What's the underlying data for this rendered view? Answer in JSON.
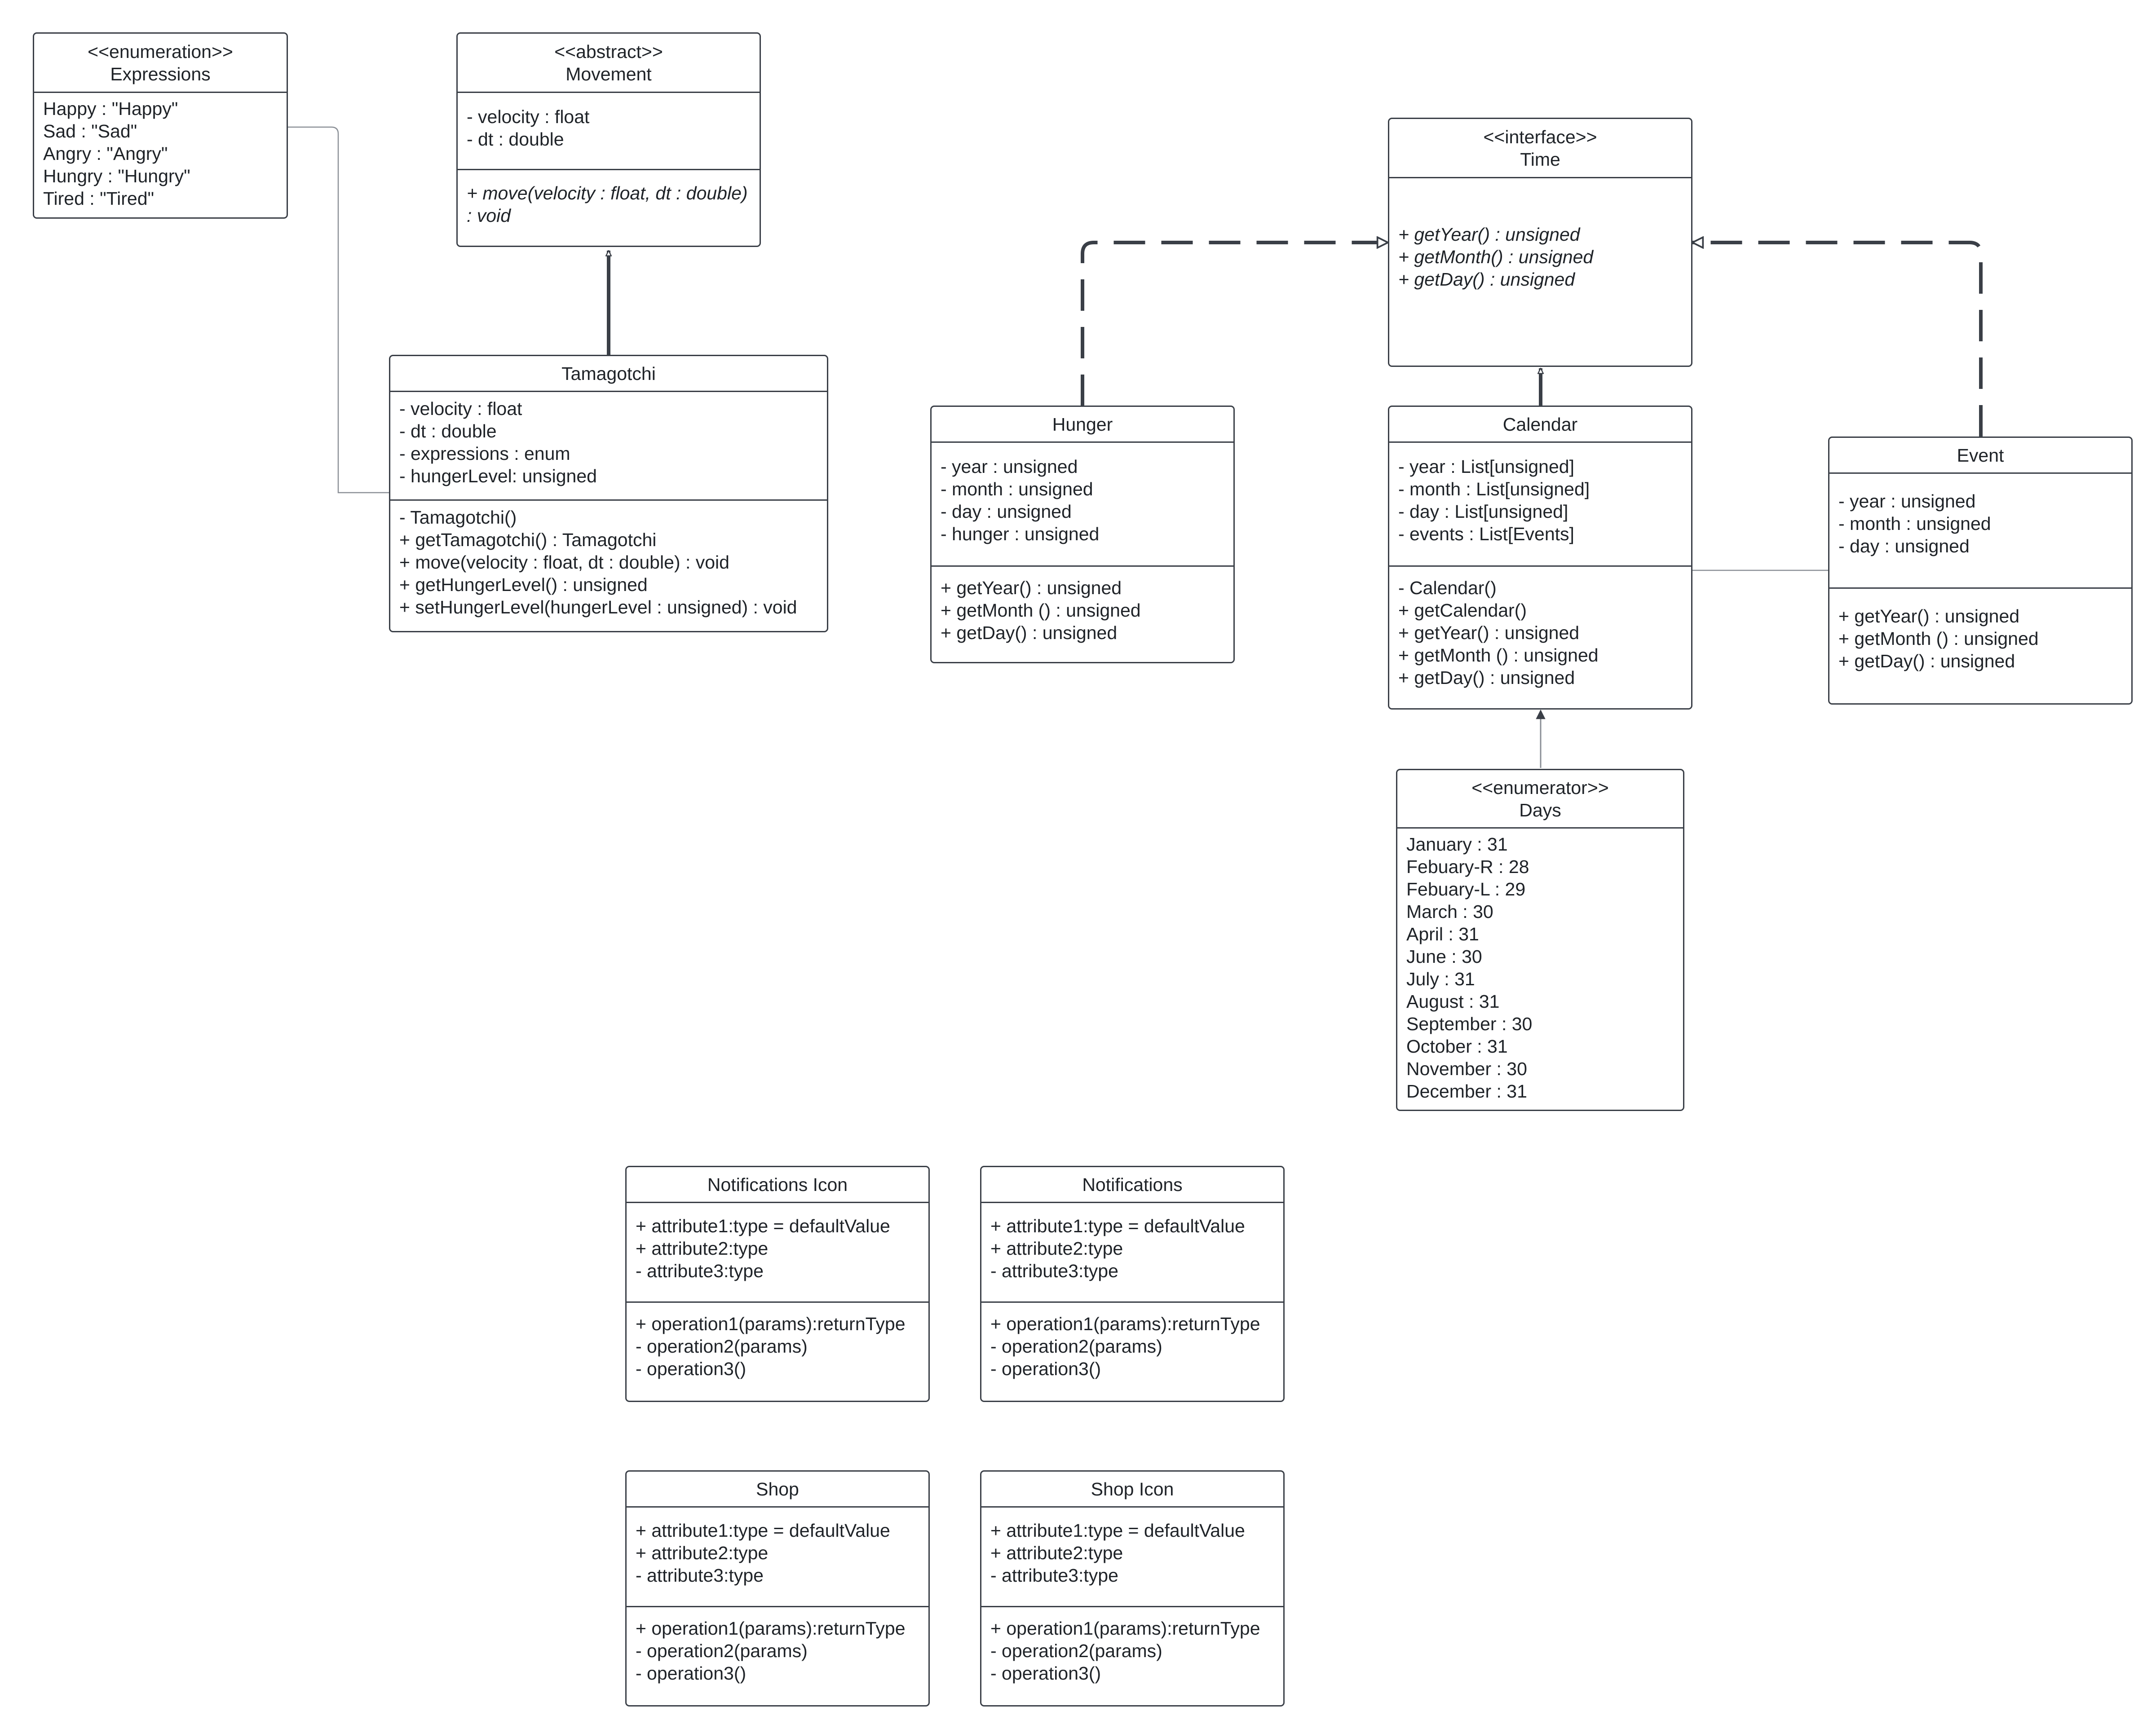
{
  "diagram": {
    "classes": [
      {
        "id": "expressions",
        "stereotype": "<<enumeration>>",
        "name": "Expressions",
        "attributes": [
          "Happy : \"Happy\"",
          "Sad : \"Sad\"",
          "Angry : \"Angry\"",
          "Hungry : \"Hungry\"",
          "Tired : \"Tired\""
        ]
      },
      {
        "id": "movement",
        "stereotype": "<<abstract>>",
        "name": "Movement",
        "attributes": [
          "- velocity : float",
          "- dt : double"
        ],
        "operations": [
          "+ move(velocity : float, dt : double) : void"
        ]
      },
      {
        "id": "tamagotchi",
        "name": "Tamagotchi",
        "attributes": [
          "- velocity : float",
          "- dt : double",
          "- expressions : enum",
          "- hungerLevel: unsigned"
        ],
        "operations": [
          "- Tamagotchi()",
          "+ getTamagotchi() : Tamagotchi",
          "+ move(velocity : float, dt : double) : void",
          "+ getHungerLevel() : unsigned",
          "+ setHungerLevel(hungerLevel : unsigned) : void"
        ]
      },
      {
        "id": "time",
        "stereotype": "<<interface>>",
        "name": "Time",
        "operations": [
          "+ getYear() : unsigned",
          "+ getMonth() : unsigned",
          "+ getDay() : unsigned"
        ]
      },
      {
        "id": "hunger",
        "name": "Hunger",
        "attributes": [
          "- year : unsigned",
          "- month : unsigned",
          "- day : unsigned",
          "- hunger : unsigned"
        ],
        "operations": [
          "+ getYear() : unsigned",
          "+ getMonth () : unsigned",
          "+ getDay() : unsigned"
        ]
      },
      {
        "id": "calendar",
        "name": "Calendar",
        "attributes": [
          "- year : List[unsigned]",
          "- month : List[unsigned]",
          "- day : List[unsigned]",
          "- events : List[Events]"
        ],
        "operations": [
          "- Calendar()",
          "+ getCalendar()",
          "+ getYear() : unsigned",
          "+ getMonth () : unsigned",
          "+ getDay() : unsigned"
        ]
      },
      {
        "id": "event",
        "name": "Event",
        "attributes": [
          "- year : unsigned",
          "- month : unsigned",
          "- day : unsigned"
        ],
        "operations": [
          "+ getYear() : unsigned",
          "+ getMonth () : unsigned",
          "+ getDay() : unsigned"
        ]
      },
      {
        "id": "days",
        "stereotype": "<<enumerator>>",
        "name": "Days",
        "attributes": [
          "January : 31",
          "Febuary-R : 28",
          "Febuary-L : 29",
          "March : 30",
          "April : 31",
          "June : 30",
          "July : 31",
          "August : 31",
          "September : 30",
          "October : 31",
          "November : 30",
          "December : 31"
        ]
      },
      {
        "id": "notifications-icon",
        "name": "Notifications Icon",
        "attributes": [
          "+ attribute1:type = defaultValue",
          "+ attribute2:type",
          "- attribute3:type"
        ],
        "operations": [
          "+ operation1(params):returnType",
          "- operation2(params)",
          "- operation3()"
        ]
      },
      {
        "id": "notifications",
        "name": "Notifications",
        "attributes": [
          "+ attribute1:type = defaultValue",
          "+ attribute2:type",
          "- attribute3:type"
        ],
        "operations": [
          "+ operation1(params):returnType",
          "- operation2(params)",
          "- operation3()"
        ]
      },
      {
        "id": "shop",
        "name": "Shop",
        "attributes": [
          "+ attribute1:type = defaultValue",
          "+ attribute2:type",
          "- attribute3:type"
        ],
        "operations": [
          "+ operation1(params):returnType",
          "- operation2(params)",
          "- operation3()"
        ]
      },
      {
        "id": "shop-icon",
        "name": "Shop Icon",
        "attributes": [
          "+ attribute1:type = defaultValue",
          "+ attribute2:type",
          "- attribute3:type"
        ],
        "operations": [
          "+ operation1(params):returnType",
          "- operation2(params)",
          "- operation3()"
        ]
      }
    ],
    "relationships": [
      {
        "from": "tamagotchi",
        "to": "movement",
        "kind": "generalization"
      },
      {
        "from": "tamagotchi",
        "to": "expressions",
        "kind": "association"
      },
      {
        "from": "hunger",
        "to": "time",
        "kind": "realization"
      },
      {
        "from": "event",
        "to": "time",
        "kind": "realization"
      },
      {
        "from": "calendar",
        "to": "time",
        "kind": "generalization"
      },
      {
        "from": "calendar",
        "to": "event",
        "kind": "association"
      },
      {
        "from": "days",
        "to": "calendar",
        "kind": "directed-association"
      }
    ],
    "colors": {
      "line": "#3a3f47",
      "text": "#1f2328",
      "background": "#ffffff"
    }
  }
}
